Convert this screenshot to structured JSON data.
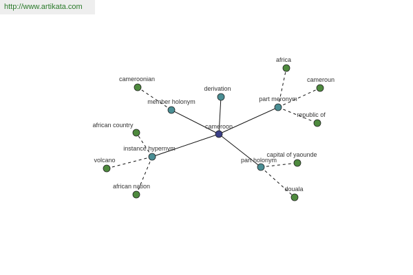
{
  "url": "http://www.artikata.com",
  "colors": {
    "center": "#3b3f87",
    "relation": "#4a8e94",
    "leaf": "#4e8a3e",
    "stroke": "#222222",
    "edge": "#111111"
  },
  "nodes": [
    {
      "id": "cameroon",
      "label": "cameroon",
      "kind": "center"
    },
    {
      "id": "member-holonym",
      "label": "member holonym",
      "kind": "relation"
    },
    {
      "id": "derivation",
      "label": "derivation",
      "kind": "relation"
    },
    {
      "id": "part-meronym",
      "label": "part meronym",
      "kind": "relation"
    },
    {
      "id": "instance-hypernym",
      "label": "instance hypernym",
      "kind": "relation"
    },
    {
      "id": "part-holonym",
      "label": "part holonym",
      "kind": "relation"
    },
    {
      "id": "cameroonian",
      "label": "cameroonian",
      "kind": "leaf"
    },
    {
      "id": "africa",
      "label": "africa",
      "kind": "leaf"
    },
    {
      "id": "cameroun",
      "label": "cameroun",
      "kind": "leaf"
    },
    {
      "id": "republic-of",
      "label": "republic of",
      "kind": "leaf"
    },
    {
      "id": "african-country",
      "label": "african country",
      "kind": "leaf"
    },
    {
      "id": "volcano",
      "label": "volcano",
      "kind": "leaf"
    },
    {
      "id": "african-nation",
      "label": "african nation",
      "kind": "leaf"
    },
    {
      "id": "capital-of-yaounde",
      "label": "capital of yaounde",
      "kind": "leaf"
    },
    {
      "id": "douala",
      "label": "douala",
      "kind": "leaf"
    }
  ],
  "edges": [
    {
      "from": "cameroon",
      "to": "member-holonym",
      "style": "solid"
    },
    {
      "from": "cameroon",
      "to": "derivation",
      "style": "solid"
    },
    {
      "from": "cameroon",
      "to": "part-meronym",
      "style": "solid"
    },
    {
      "from": "cameroon",
      "to": "instance-hypernym",
      "style": "solid"
    },
    {
      "from": "cameroon",
      "to": "part-holonym",
      "style": "solid"
    },
    {
      "from": "member-holonym",
      "to": "cameroonian",
      "style": "dashed"
    },
    {
      "from": "part-meronym",
      "to": "africa",
      "style": "dashed"
    },
    {
      "from": "part-meronym",
      "to": "cameroun",
      "style": "dashed"
    },
    {
      "from": "part-meronym",
      "to": "republic-of",
      "style": "dashed"
    },
    {
      "from": "instance-hypernym",
      "to": "african-country",
      "style": "dashed"
    },
    {
      "from": "instance-hypernym",
      "to": "volcano",
      "style": "dashed"
    },
    {
      "from": "instance-hypernym",
      "to": "african-nation",
      "style": "dashed"
    },
    {
      "from": "part-holonym",
      "to": "capital-of-yaounde",
      "style": "dashed"
    },
    {
      "from": "part-holonym",
      "to": "douala",
      "style": "dashed"
    }
  ]
}
